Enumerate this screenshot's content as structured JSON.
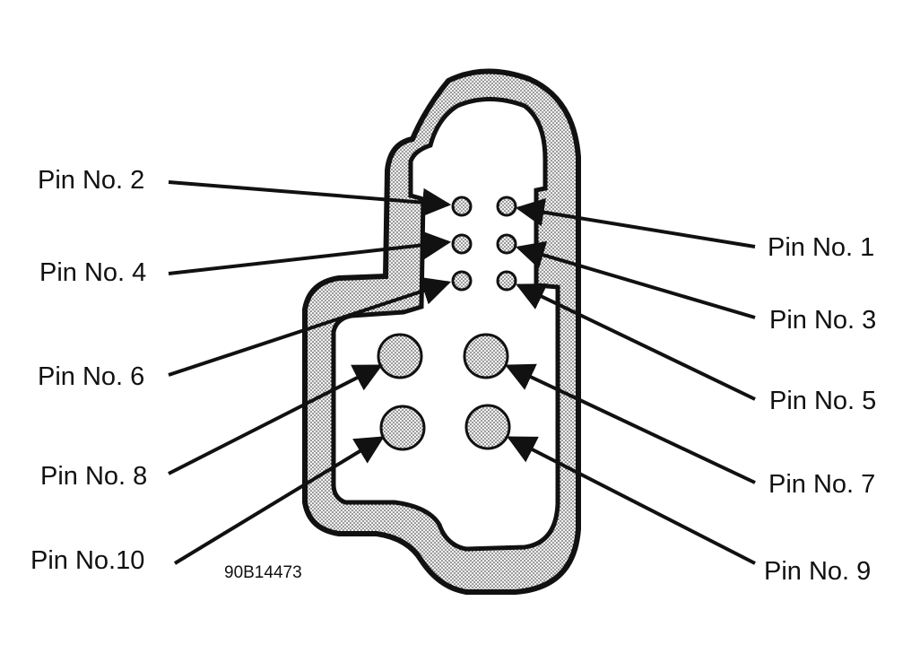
{
  "diagram": {
    "figure_code": "90B14473",
    "pins": [
      {
        "id": "pin-2",
        "label": "Pin No. 2"
      },
      {
        "id": "pin-4",
        "label": "Pin No. 4"
      },
      {
        "id": "pin-6",
        "label": "Pin No. 6"
      },
      {
        "id": "pin-8",
        "label": "Pin No. 8"
      },
      {
        "id": "pin-10",
        "label": "Pin No.10"
      },
      {
        "id": "pin-1",
        "label": "Pin No. 1"
      },
      {
        "id": "pin-3",
        "label": "Pin No. 3"
      },
      {
        "id": "pin-5",
        "label": "Pin No. 5"
      },
      {
        "id": "pin-7",
        "label": "Pin No. 7"
      },
      {
        "id": "pin-9",
        "label": "Pin No. 9"
      }
    ],
    "colors": {
      "ink": "#111111",
      "paper": "#ffffff",
      "shade": "#d9d9d9"
    }
  }
}
